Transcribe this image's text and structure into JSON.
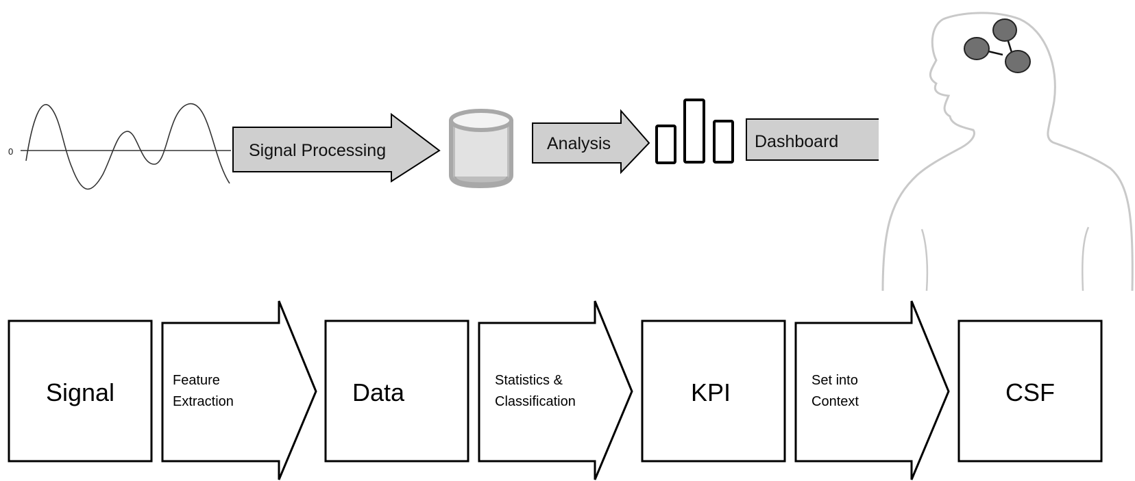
{
  "top_flow": {
    "signal_zero_label": "0",
    "arrows": [
      {
        "label": "Signal Processing"
      },
      {
        "label": "Analysis"
      },
      {
        "label": "Dashboard"
      }
    ]
  },
  "bottom_flow": {
    "boxes": [
      {
        "label": "Signal"
      },
      {
        "label": "Data"
      },
      {
        "label": "KPI"
      },
      {
        "label": "CSF"
      }
    ],
    "arrows": [
      {
        "line1": "Feature",
        "line2": "Extraction"
      },
      {
        "line1": "Statistics &",
        "line2": "Classification"
      },
      {
        "line1": "Set into",
        "line2": "Context"
      }
    ]
  },
  "colors": {
    "arrow_fill": "#cfcfcf",
    "stroke": "#000000",
    "node_fill": "#707070",
    "head_outline": "#c9c9c9"
  }
}
